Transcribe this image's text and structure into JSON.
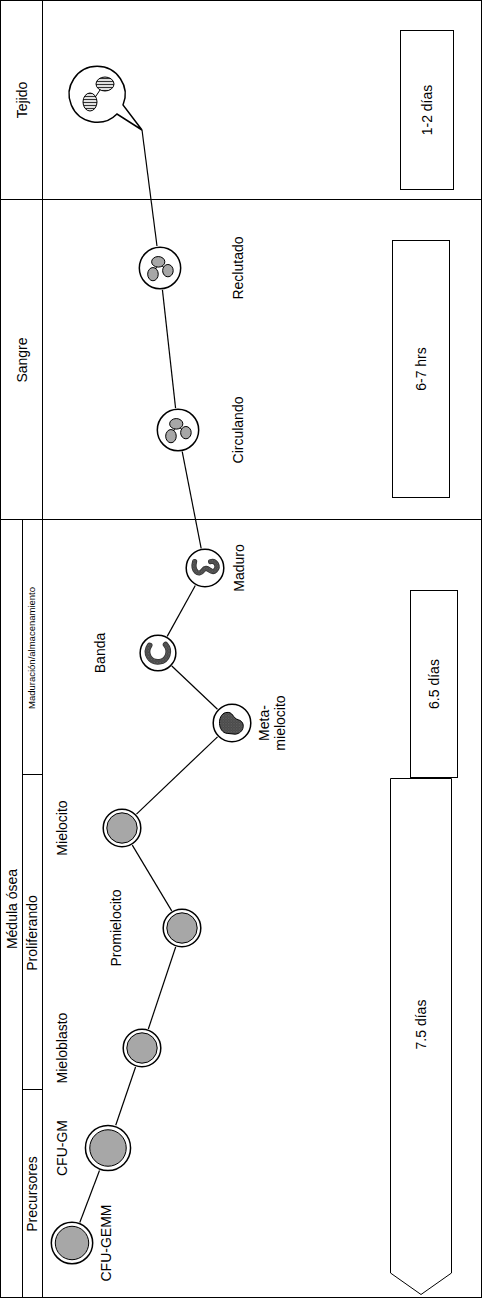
{
  "diagram": {
    "nodes": [
      {
        "text": [
          "CFU-GEMM"
        ]
      },
      {
        "text": [
          "CFU-GM"
        ]
      },
      {
        "text": [
          "Mieloblasto"
        ]
      },
      {
        "text": [
          "Promielocito"
        ]
      },
      {
        "text": [
          "Mielocito"
        ]
      },
      {
        "text": [
          "Meta- mielocito"
        ]
      },
      {
        "text": [
          "Banda"
        ]
      },
      {
        "text": [
          "Maduro"
        ]
      },
      {
        "text": [
          "Circulando"
        ]
      },
      {
        "text": [
          "Reclutado"
        ]
      },
      {
        "text": [
          "7.5 días"
        ]
      },
      {
        "text": [
          "6.5 días"
        ]
      },
      {
        "text": [
          "6-7 hrs"
        ]
      },
      {
        "text": [
          "1-2 días"
        ]
      }
    ],
    "edges": [
      {
        "from": 0,
        "to": 1,
        "arrow": "none"
      },
      {
        "from": 1,
        "to": 2,
        "arrow": "none"
      },
      {
        "from": 2,
        "to": 3,
        "arrow": "none"
      },
      {
        "from": 3,
        "to": 4,
        "arrow": "none"
      },
      {
        "from": 4,
        "to": 5,
        "arrow": "none"
      },
      {
        "from": 5,
        "to": 6,
        "arrow": "none"
      },
      {
        "from": 6,
        "to": 7,
        "arrow": "none"
      },
      {
        "from": 7,
        "to": 8,
        "arrow": "none"
      },
      {
        "from": 8,
        "to": 9,
        "arrow": "none"
      }
    ],
    "labels": [
      "Médula ósea",
      "Precursores",
      "Proliferando",
      "Maduración/almacenamiento",
      "Sangre",
      "Tejido"
    ]
  }
}
